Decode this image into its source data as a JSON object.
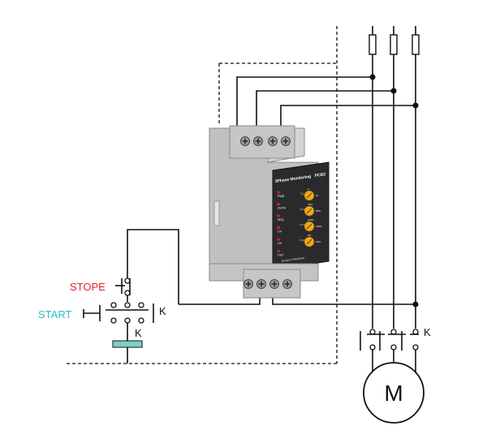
{
  "labels": {
    "stop": "STOPE",
    "start": "START",
    "contactor_coil": "K",
    "aux_contact": "K",
    "main_contacts": "K",
    "motor": "M"
  },
  "device": {
    "title": "3Phase Monitoring",
    "model": "PCB2",
    "leds": [
      "PWR",
      "ASYM",
      "SEQ",
      "UV",
      "OV",
      "OUT"
    ],
    "knobs": [
      {
        "label": "T(s)",
        "left": "0",
        "right": "10"
      },
      {
        "label": "Umin",
        "left": "75%",
        "right": "95%"
      },
      {
        "label": "Umax",
        "left": "105%",
        "right": "125%"
      },
      {
        "label": "Asym",
        "left": "5%",
        "right": "15%"
      }
    ],
    "brand": "SHAHJI PARSIAN"
  },
  "colors": {
    "stop": "#e0202a",
    "start": "#2bbfc3",
    "coil": "#7fcfc8",
    "device_body": "#c9cacb",
    "device_panel": "#2a2a2d",
    "knob": "#f0a818",
    "led": "#d82020"
  }
}
